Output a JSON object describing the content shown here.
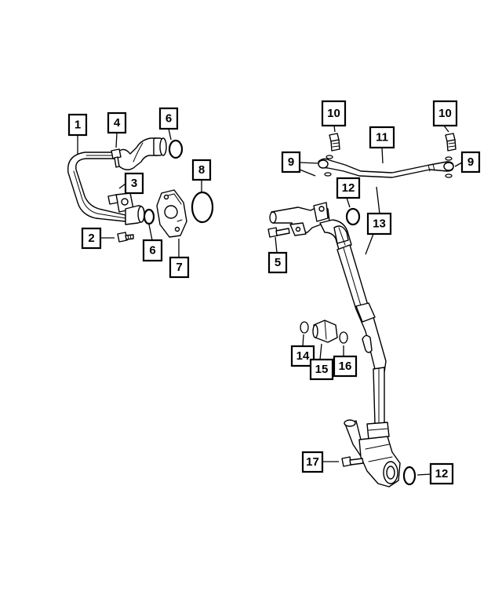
{
  "callouts": {
    "c1": "1",
    "c2": "2",
    "c3": "3",
    "c4": "4",
    "c5": "5",
    "c6a": "6",
    "c6b": "6",
    "c7": "7",
    "c8": "8",
    "c9a": "9",
    "c9b": "9",
    "c10a": "10",
    "c10b": "10",
    "c11": "11",
    "c12a": "12",
    "c12b": "12",
    "c13": "13",
    "c14": "14",
    "c15": "15",
    "c16": "16",
    "c17": "17"
  }
}
